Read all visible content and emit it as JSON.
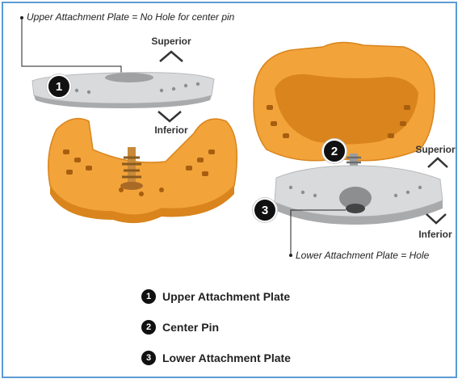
{
  "callouts": {
    "upper": "Upper Attachment Plate = No Hole for center pin",
    "lower": "Lower Attachment Plate = Hole"
  },
  "directions": {
    "top_superior": "Superior",
    "top_inferior": "Inferior",
    "right_superior": "Superior",
    "right_inferior": "Inferior"
  },
  "badges": [
    "1",
    "2",
    "3"
  ],
  "legend": [
    {
      "num": "1",
      "label": "Upper Attachment Plate"
    },
    {
      "num": "2",
      "label": "Center Pin"
    },
    {
      "num": "3",
      "label": "Lower Attachment Plate"
    }
  ],
  "colors": {
    "border": "#5b9bd5",
    "orange": "#f2a33a",
    "orange_dark": "#d9841c",
    "plate": "#d9dadc"
  }
}
